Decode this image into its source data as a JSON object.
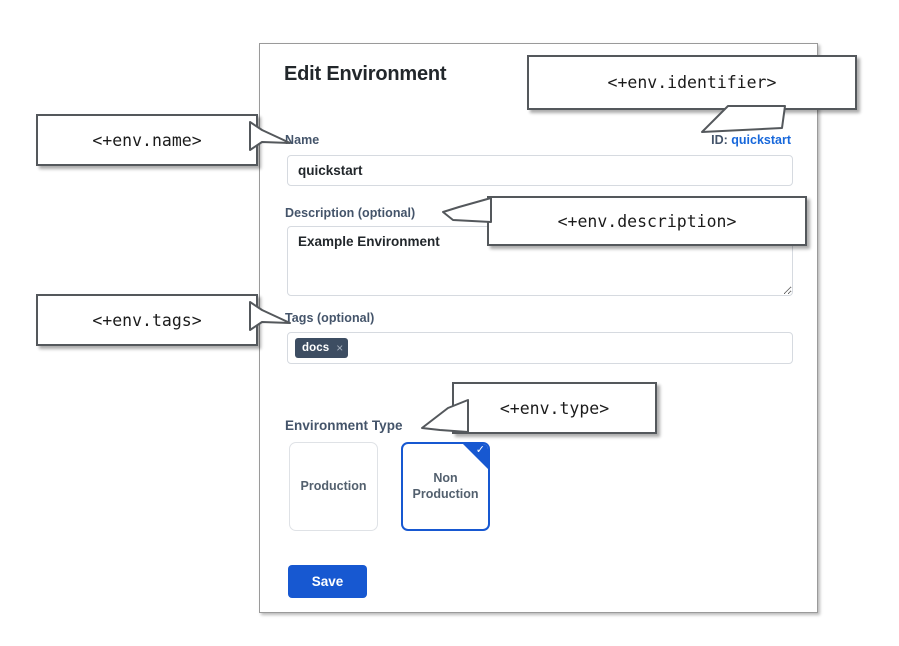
{
  "panel": {
    "title": "Edit Environment",
    "fields": {
      "name": {
        "label": "Name",
        "value": "quickstart"
      },
      "identifier": {
        "prefix": "ID: ",
        "value": "quickstart"
      },
      "description": {
        "label": "Description (optional)",
        "value": "Example Environment"
      },
      "tags": {
        "label": "Tags (optional)",
        "chips": [
          {
            "label": "docs",
            "remove_icon": "×"
          }
        ]
      },
      "environment_type": {
        "label": "Environment Type",
        "options": [
          {
            "label": "Production",
            "selected": false
          },
          {
            "label": "Non\nProduction",
            "label_line1": "Non",
            "label_line2": "Production",
            "selected": true
          }
        ],
        "selected_check_icon": "✓"
      }
    },
    "save_button": "Save"
  },
  "callouts": {
    "name": "<+env.name>",
    "identifier": "<+env.identifier>",
    "description": "<+env.description>",
    "tags": "<+env.tags>",
    "type": "<+env.type>"
  },
  "colors": {
    "accent_blue": "#1758d1",
    "link_blue": "#1868db",
    "label_slate": "#44546a",
    "tag_chip_bg": "#3d4d62",
    "panel_border": "#9a9a9a",
    "input_border": "#d6dae0",
    "callout_border": "#54585c"
  }
}
